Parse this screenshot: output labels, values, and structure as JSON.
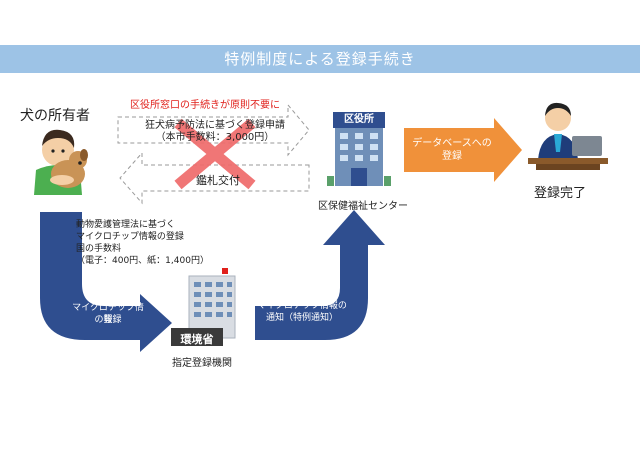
{
  "title": "特例制度による登録手続き",
  "owner_label": "犬の所有者",
  "ward_counter_note": "区役所窓口の手続きが原則不要に",
  "registration_application": {
    "line1": "狂犬病予防法に基づく登録申請",
    "line2": "（本市手数料：3,000円）"
  },
  "tag_issuance": "鑑札交付",
  "ward_office_sign": "区役所",
  "health_center_label": "区保健福祉センター",
  "database_arrow": {
    "line1": "データベースへの",
    "line2": "登録"
  },
  "registration_complete": "登録完了",
  "microchip_law_note": {
    "line1": "動物愛護管理法に基づく",
    "line2": "マイクロチップ情報の登録",
    "line3": "国の手数料",
    "line4": "（電子：400円、紙：1,400円）"
  },
  "left_arrow_label": {
    "line1": "マイクロチップ情報",
    "line2": "の登録"
  },
  "ministry_sign": "環境省",
  "designated_agency_label": "指定登録機関",
  "right_arrow_label": {
    "line1": "マイクロチップ情報の",
    "line2": "通知（特例通知）"
  },
  "colors": {
    "banner": "#9dc3e6",
    "navy_arrow": "#2f4e8f",
    "orange_arrow": "#f0913a",
    "cross": "#ef6b6b",
    "alert_text": "#e0201b"
  }
}
